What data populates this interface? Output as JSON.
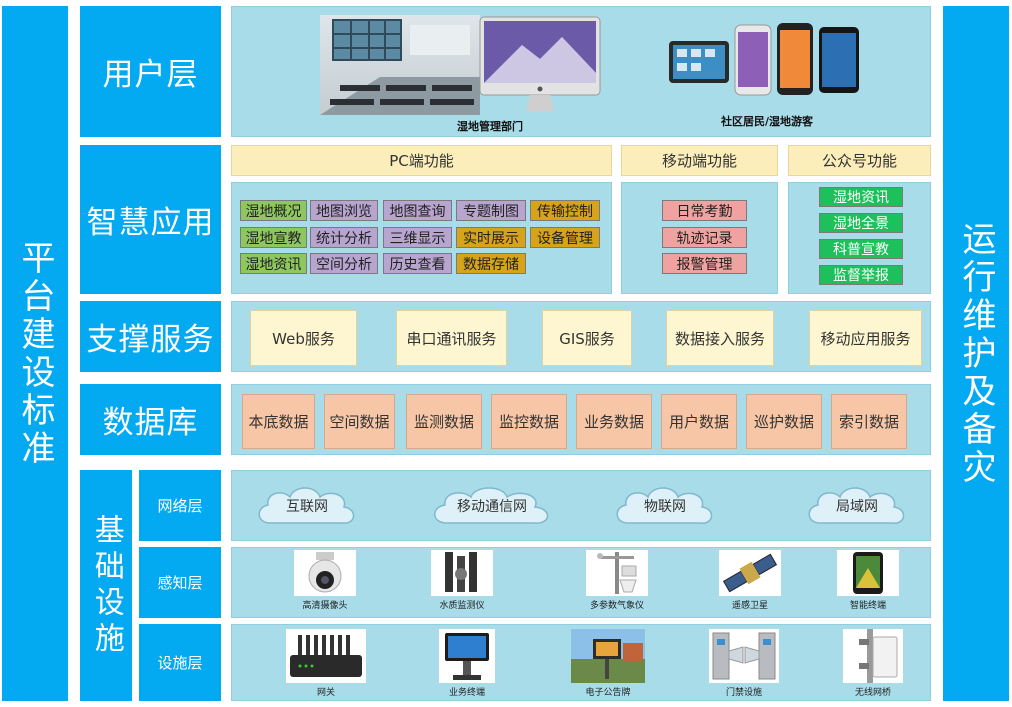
{
  "left_bar": {
    "text": "平台建设标准"
  },
  "right_bar": {
    "text": "运行维护及备灾"
  },
  "layers": {
    "user": "用户层",
    "app": "智慧应用",
    "support": "支撑服务",
    "database": "数据库",
    "infra": "基础设施"
  },
  "infra_sublayers": {
    "network": "网络层",
    "sensing": "感知层",
    "facility": "设施层"
  },
  "user_layer": {
    "group1_caption": "湿地管理部门",
    "group2_caption": "社区居民/湿地游客"
  },
  "app_layer": {
    "pc_header": "PC端功能",
    "mobile_header": "移动端功能",
    "wechat_header": "公众号功能",
    "pc_rows": [
      [
        "湿地概况",
        "地图浏览",
        "地图查询",
        "专题制图",
        "传输控制"
      ],
      [
        "湿地宣教",
        "统计分析",
        "三维显示",
        "实时展示",
        "设备管理"
      ],
      [
        "湿地资讯",
        "空间分析",
        "历史查看",
        "数据存储"
      ]
    ],
    "mobile_items": [
      "日常考勤",
      "轨迹记录",
      "报警管理"
    ],
    "wechat_items": [
      "湿地资讯",
      "湿地全景",
      "科普宣教",
      "监督举报"
    ]
  },
  "support_layer": {
    "items": [
      "Web服务",
      "串口通讯服务",
      "GIS服务",
      "数据接入服务",
      "移动应用服务"
    ]
  },
  "database_layer": {
    "items": [
      "本底数据",
      "空间数据",
      "监测数据",
      "监控数据",
      "业务数据",
      "用户数据",
      "巡护数据",
      "索引数据"
    ]
  },
  "network_layer": {
    "items": [
      "互联网",
      "移动通信网",
      "物联网",
      "局域网"
    ]
  },
  "sensing_layer": {
    "items": [
      "高清摄像头",
      "水质监测仪",
      "多参数气象仪",
      "遥感卫星",
      "智能终端"
    ]
  },
  "facility_layer": {
    "items": [
      "网关",
      "业务终端",
      "电子公告牌",
      "门禁设施",
      "无线网桥"
    ]
  },
  "colors": {
    "blue": "#03a9f1",
    "panel": "#a8dce9",
    "header": "#fbeebb",
    "green": "#8ec760",
    "purple": "#b7a4cf",
    "gold": "#d7a31a",
    "pink": "#f0a2a0",
    "bright_green": "#1dc05a",
    "db_orange": "#f7c6a6"
  }
}
